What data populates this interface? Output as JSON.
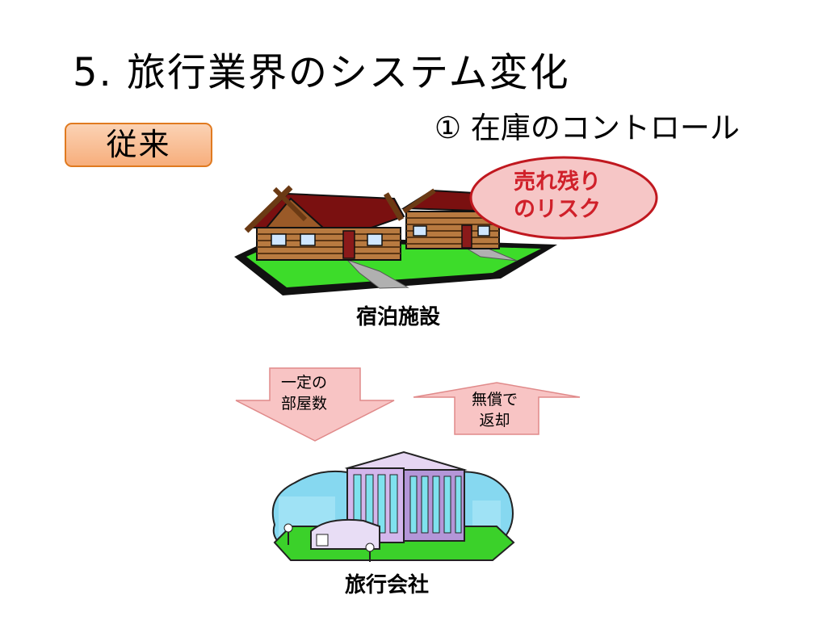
{
  "slide": {
    "title": "5. 旅行業界のシステム変化",
    "subtitle": "① 在庫のコントロール"
  },
  "badge": {
    "label": "従来",
    "color": "#f7ae7c"
  },
  "risk_bubble": {
    "line1": "売れ残り",
    "line2": "のリスク",
    "text_color": "#d0202a"
  },
  "lodging": {
    "label": "宿泊施設"
  },
  "agency": {
    "label": "旅行会社"
  },
  "arrow_down": {
    "line1": "一定の",
    "line2": "部屋数"
  },
  "arrow_up": {
    "line1": "無償で",
    "line2": "返却"
  },
  "icons": [
    "log-cabins-icon",
    "office-building-icon"
  ]
}
